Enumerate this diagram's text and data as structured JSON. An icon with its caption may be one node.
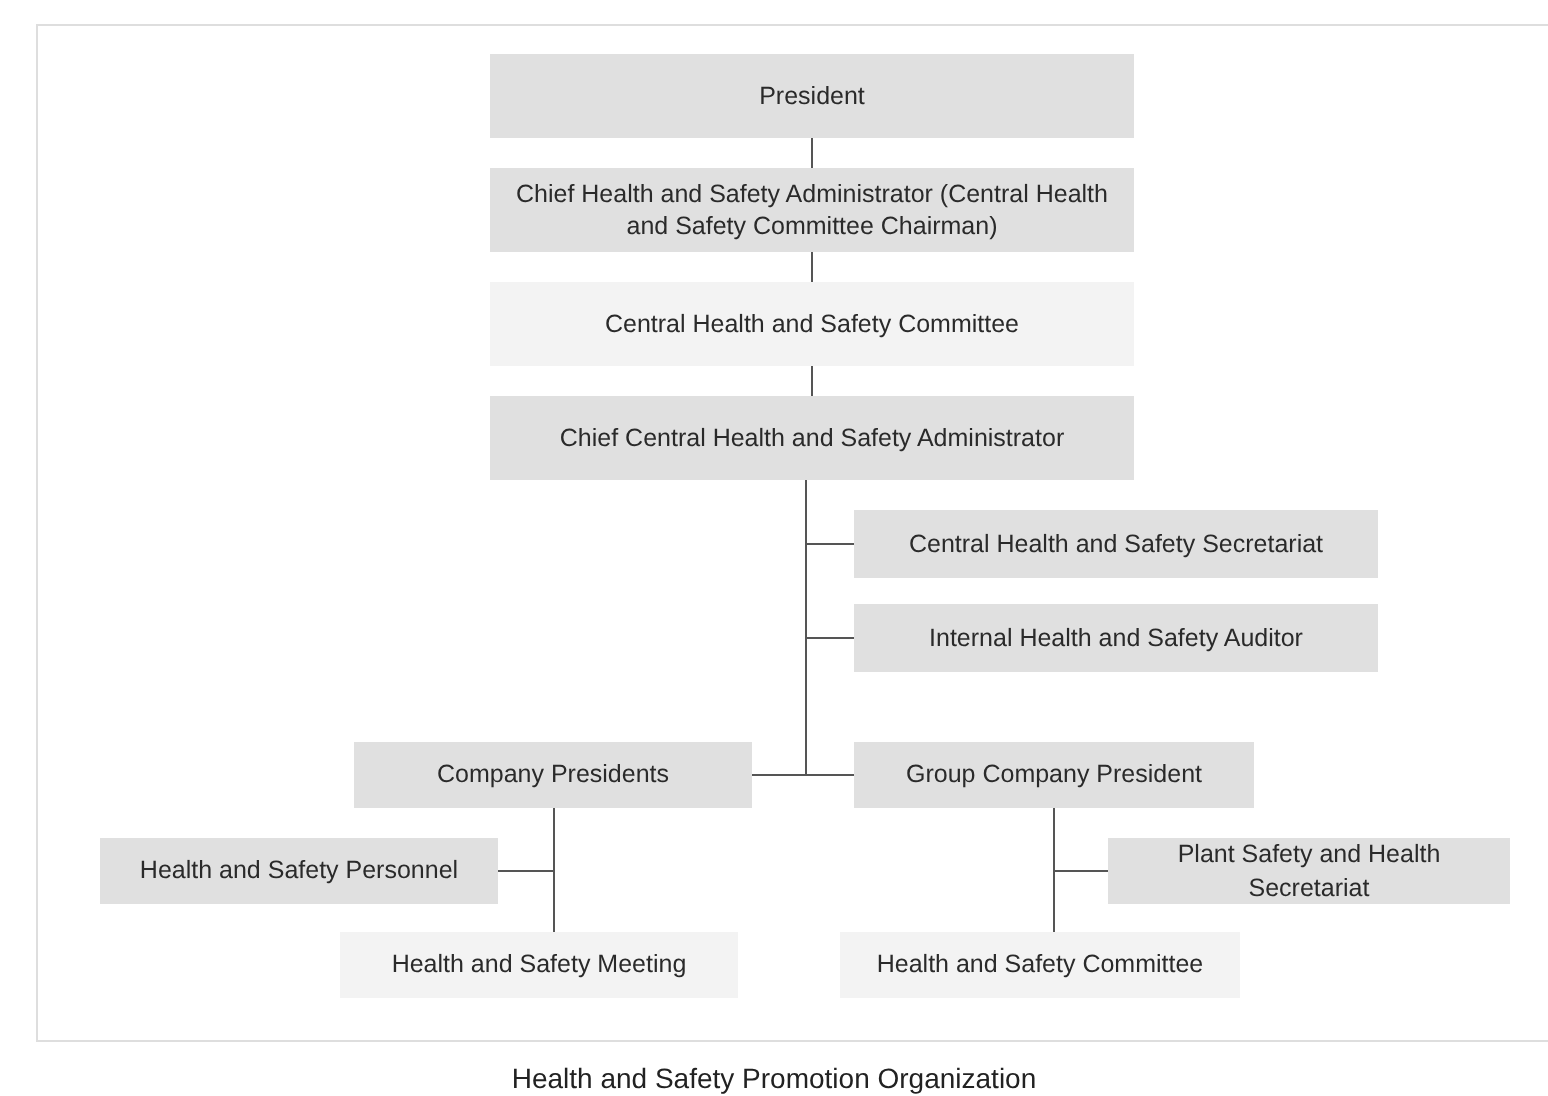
{
  "diagram": {
    "caption": "Health and Safety Promotion Organization",
    "nodes": [
      {
        "text": [
          "President"
        ]
      },
      {
        "text": [
          "Chief Health and Safety Administrator (Central Health and Safety Committee Chairman)"
        ]
      },
      {
        "text": [
          "Central Health and Safety Committee"
        ]
      },
      {
        "text": [
          "Chief Central Health and Safety Administrator"
        ]
      },
      {
        "text": [
          "Central Health and Safety Secretariat"
        ]
      },
      {
        "text": [
          "Internal Health and Safety Auditor"
        ]
      },
      {
        "text": [
          "Company Presidents"
        ]
      },
      {
        "text": [
          "Group Company President"
        ]
      },
      {
        "text": [
          "Health and Safety Personnel"
        ]
      },
      {
        "text": [
          "Health and Safety Meeting"
        ]
      },
      {
        "text": [
          "Plant Safety and Health Secretariat"
        ]
      },
      {
        "text": [
          "Health and Safety Committee"
        ]
      }
    ],
    "edges": [
      {
        "from": 0,
        "to": 1,
        "arrow": "none"
      },
      {
        "from": 1,
        "to": 2,
        "arrow": "none"
      },
      {
        "from": 2,
        "to": 3,
        "arrow": "none"
      },
      {
        "from": 3,
        "to": 4,
        "arrow": "none"
      },
      {
        "from": 3,
        "to": 5,
        "arrow": "none"
      },
      {
        "from": 3,
        "to": 6,
        "arrow": "none"
      },
      {
        "from": 3,
        "to": 7,
        "arrow": "none"
      },
      {
        "from": 6,
        "to": 8,
        "arrow": "none"
      },
      {
        "from": 6,
        "to": 9,
        "arrow": "none"
      },
      {
        "from": 7,
        "to": 10,
        "arrow": "none"
      },
      {
        "from": 7,
        "to": 11,
        "arrow": "none"
      }
    ]
  }
}
